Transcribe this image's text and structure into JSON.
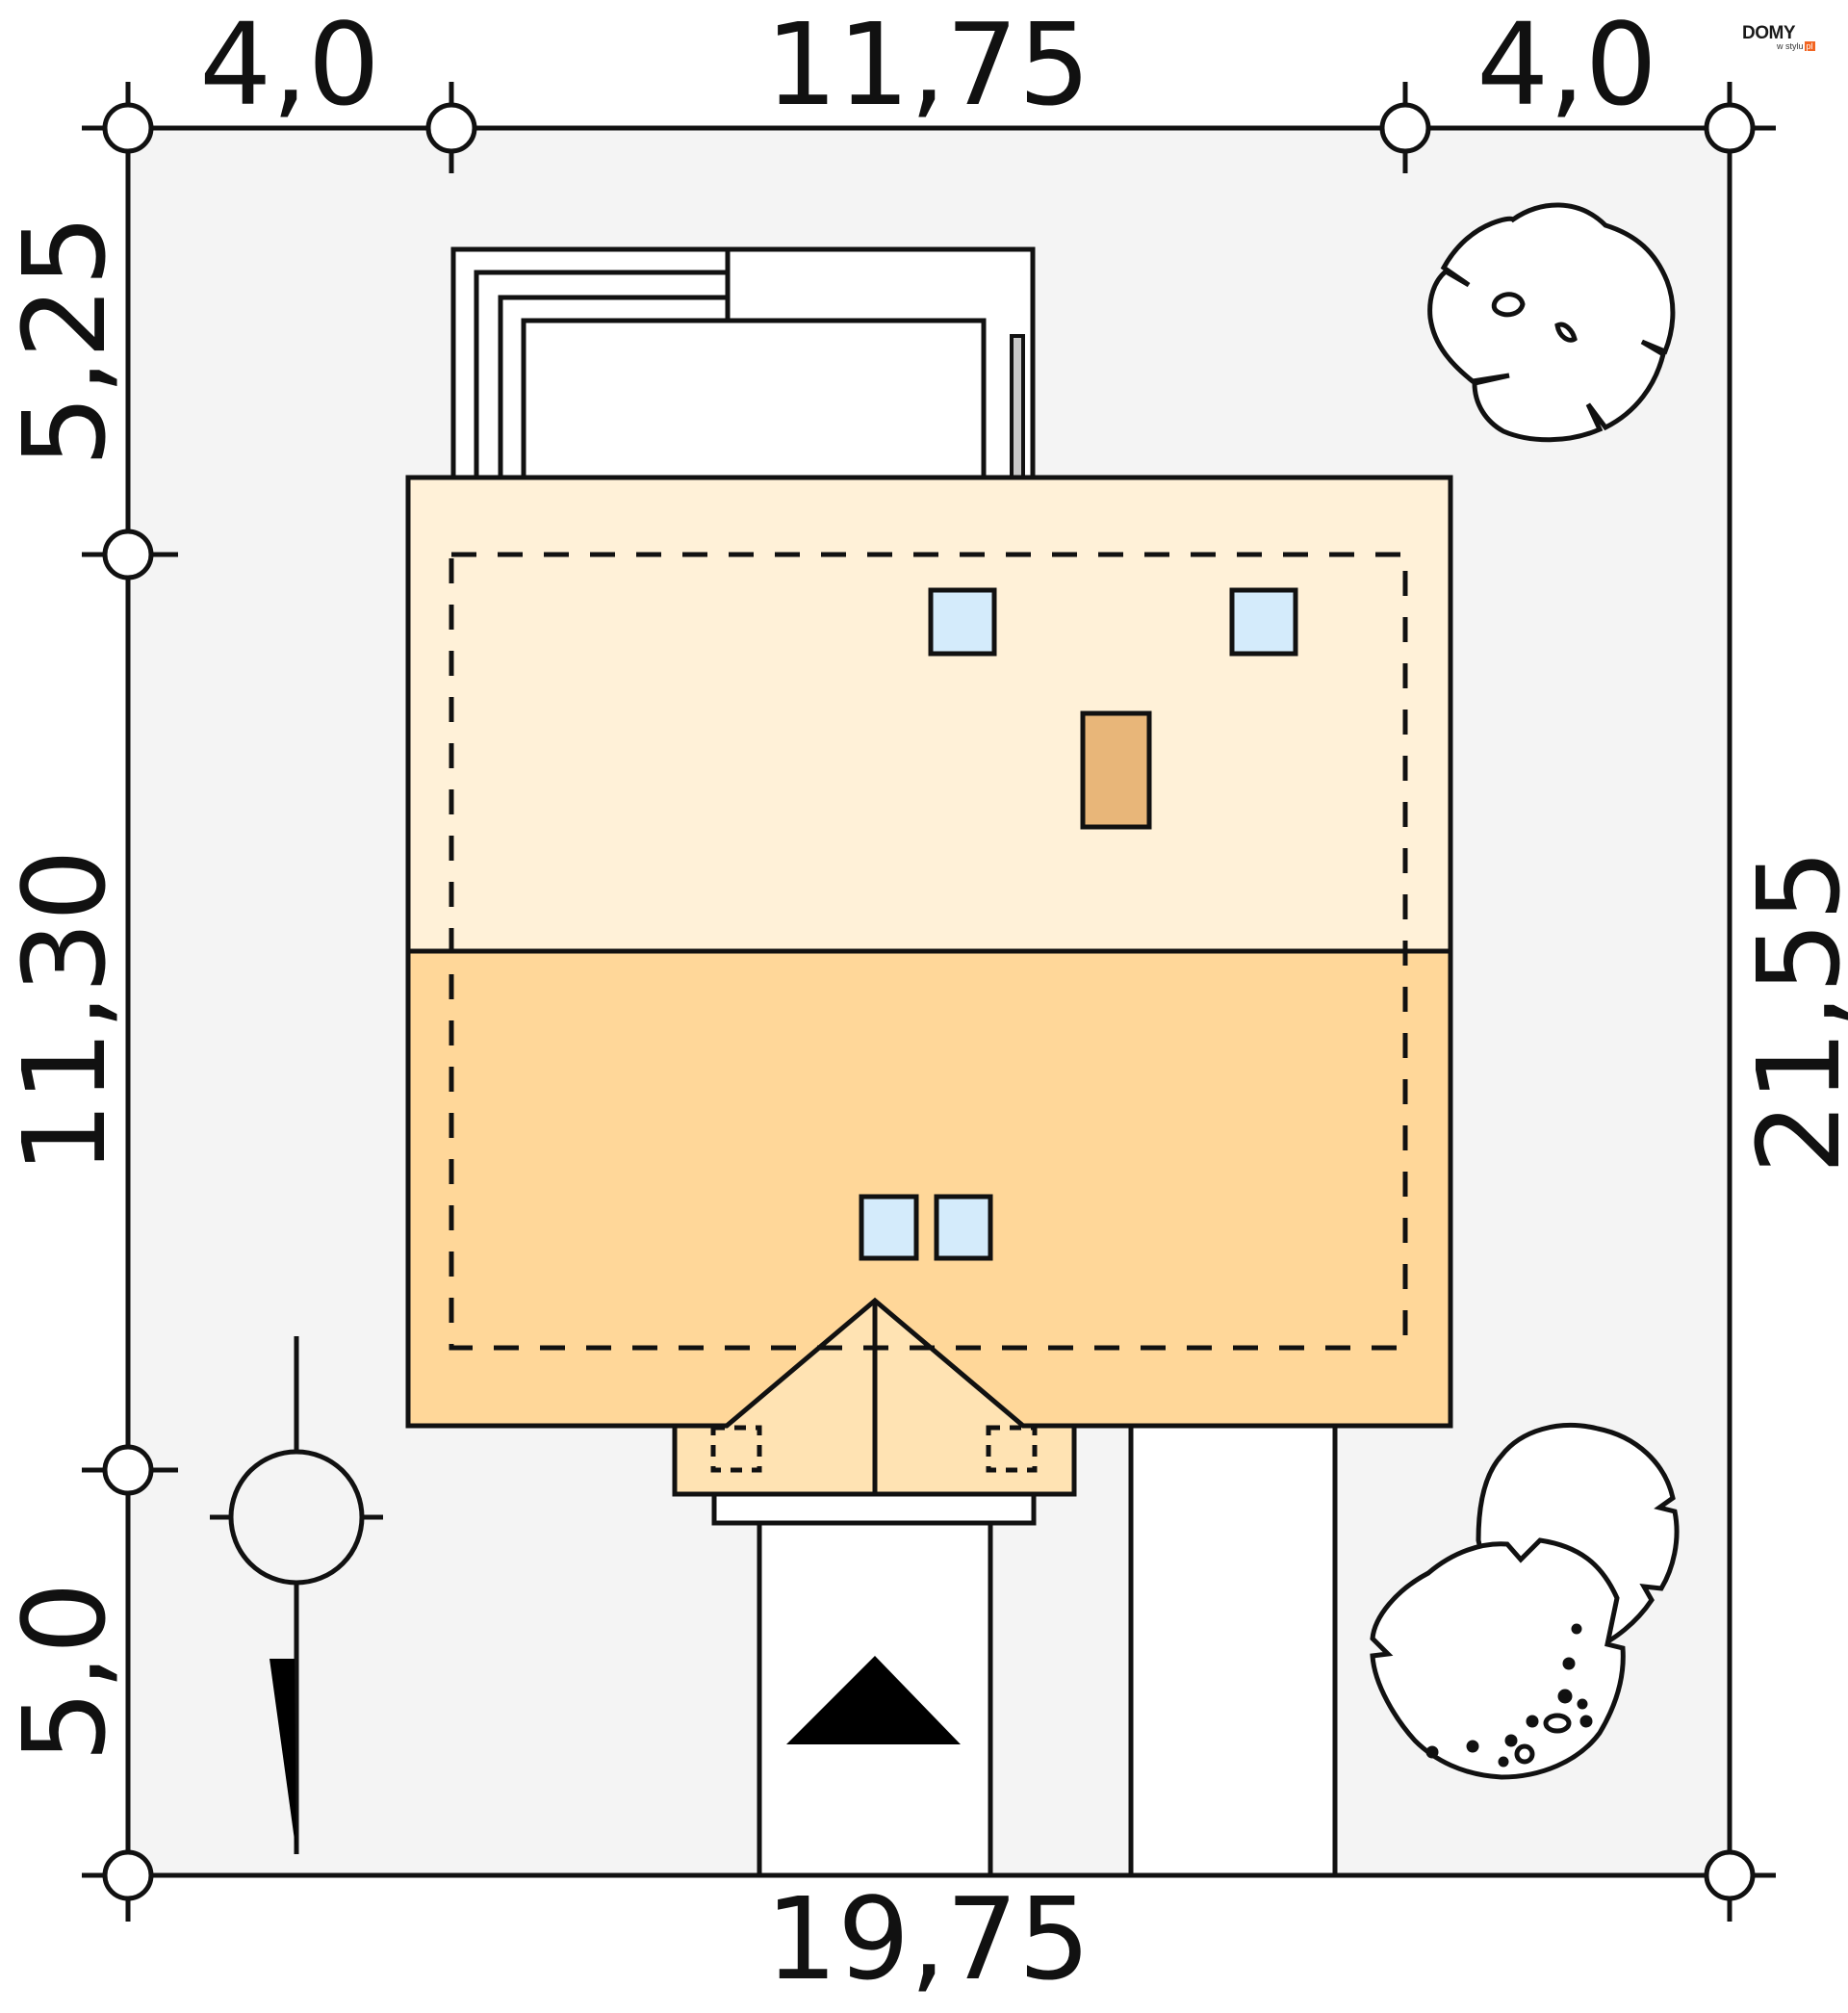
{
  "title": "Site plan - house on plot",
  "brand": {
    "name": "DOMY",
    "tagline": "w stylu",
    "suffix": "pl",
    "accent_color": "#f26522"
  },
  "dimensions": {
    "top": [
      "4,0",
      "11,75",
      "4,0"
    ],
    "bottom": "19,75",
    "left": [
      "5,25",
      "11,30",
      "5,0"
    ],
    "right": "21,55"
  },
  "colors": {
    "plot_background": "#f4f4f4",
    "roof_upper": "#fff1d8",
    "roof_lower": "#ffd799",
    "porch_roof": "#ffe3b3",
    "skylight": "#d4ebfb",
    "chimney": "#e8b679",
    "line": "#111111",
    "paving": "#ffffff"
  },
  "elements": {
    "house": "house-roof-plan",
    "terrace": "terrace",
    "skylights_count": 4,
    "chimney": "chimney",
    "entrance_marker": "entrance-arrow",
    "driveway": "driveway",
    "north_arrow": "north-arrow",
    "trees_count": 3
  }
}
